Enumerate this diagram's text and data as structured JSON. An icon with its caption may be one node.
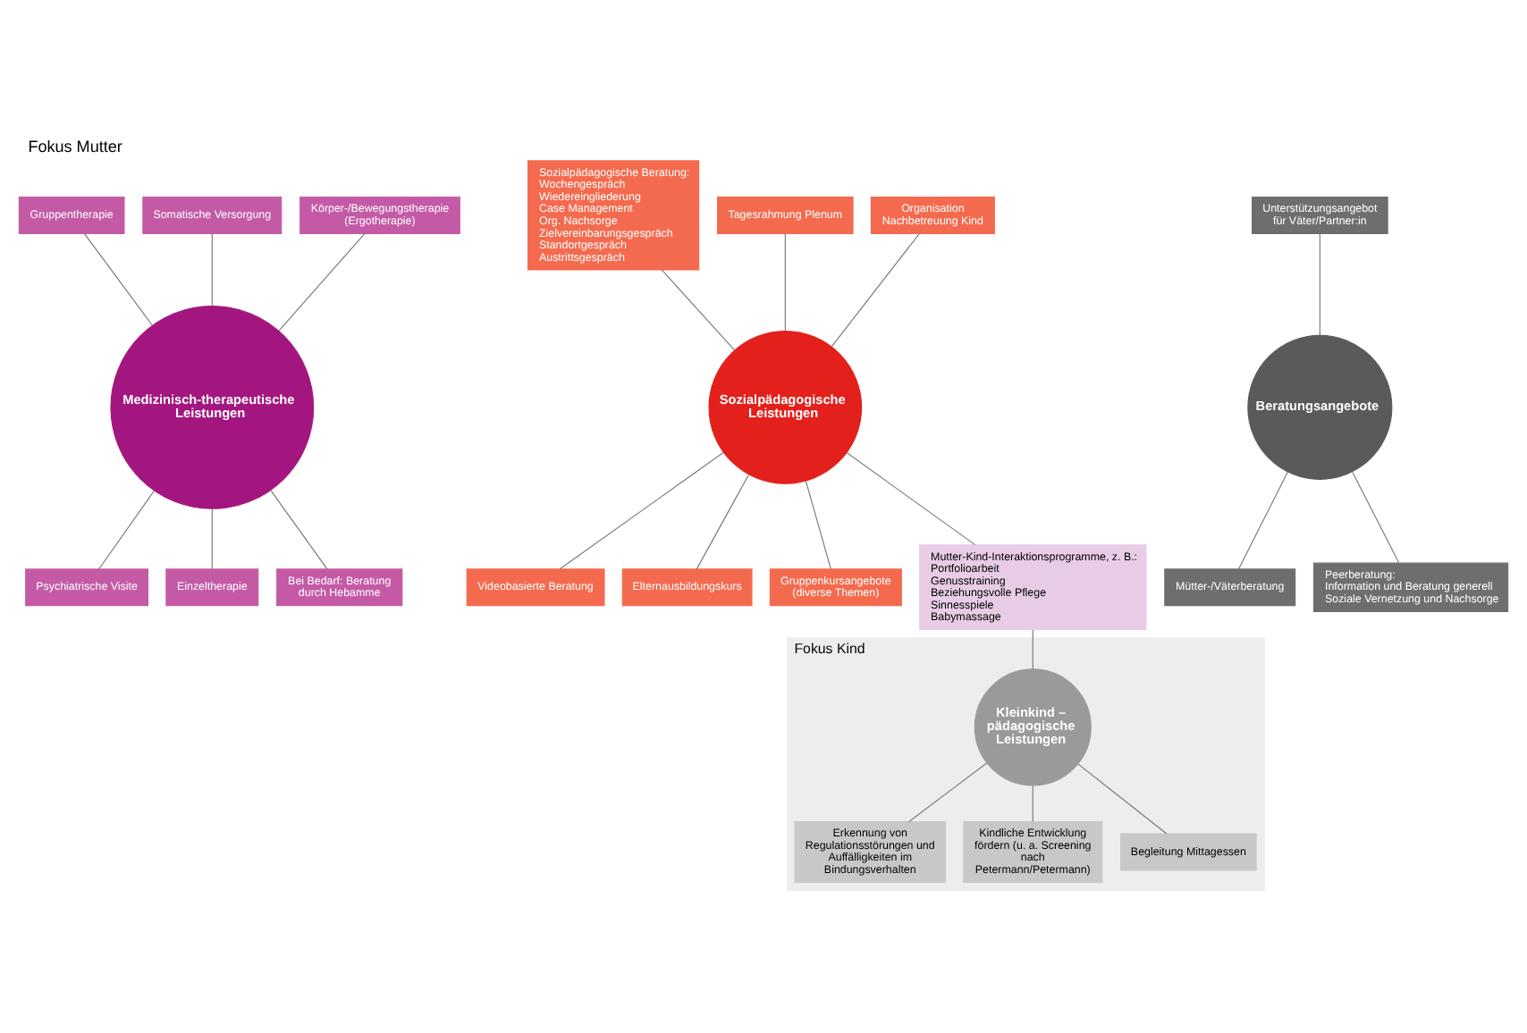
{
  "diagram": {
    "title": "Fokus Mutter",
    "nodes": [
      {
        "text": [
          "Medizinisch-therapeutische Leistungen"
        ]
      },
      {
        "text": [
          "Psychiatrische Visite"
        ]
      },
      {
        "text": [
          "Gruppentherapie"
        ]
      },
      {
        "text": [
          "Einzeltherapie"
        ]
      },
      {
        "text": [
          "Somatische Versorgung"
        ]
      },
      {
        "text": [
          "Bei Bedarf: Beratung durch Hebamme"
        ]
      },
      {
        "text": [
          "Körper-/Bewegungstherapie (Ergotherapie)"
        ]
      },
      {
        "text": [
          "Sozialpädagogische Leistungen"
        ]
      },
      {
        "text": [
          "Videobasierte Beratung"
        ]
      },
      {
        "text": [
          "Sozialpädagogische Beratung:",
          "Wochengespräch",
          "Wiedereingliederung",
          "Case Management",
          "Org. Nachsorge",
          "Zielvereinbarungsgespräch",
          "Standortgespräch",
          "Austrittsgespräch"
        ]
      },
      {
        "text": [
          "Elternausbildungskurs"
        ]
      },
      {
        "text": [
          "Tagesrahmung Plenum"
        ]
      },
      {
        "text": [
          "Gruppenkursangebote (diverse Themen)"
        ]
      },
      {
        "text": [
          "Organisation Nachbetreuung Kind"
        ]
      },
      {
        "text": [
          "Mutter-Kind-Interaktionsprogramme, z. B.:",
          "Portfolioarbeit",
          "Genusstraining",
          "Beziehungsvolle Pflege",
          "Sinnesspiele",
          "Babymassage"
        ]
      },
      {
        "text": [
          "Beratungsangebote"
        ]
      },
      {
        "text": [
          "Mütter-/Väterberatung"
        ]
      },
      {
        "text": [
          "Unterstützungsangebot für Väter/Partner:in"
        ]
      },
      {
        "text": [
          "Peerberatung:",
          "Information und Beratung generell",
          "Soziale Vernetzung und Nachsorge"
        ]
      },
      {
        "text": [
          "Fokus Kind"
        ]
      },
      {
        "text": [
          "Kleinkind – pädagogische Leistungen"
        ],
        "in": 19
      },
      {
        "text": [
          "Erkennung von Regulationsstörungen und Auffälligkeiten im Bindungsverhalten"
        ],
        "in": 19
      },
      {
        "text": [
          "Kindliche Entwicklung fördern (u. a. Screening nach Petermann/Petermann)"
        ],
        "in": 19
      },
      {
        "text": [
          "Begleitung Mittagessen"
        ],
        "in": 19
      }
    ],
    "edges": [
      {
        "from": 0,
        "to": 1,
        "arrow": "none"
      },
      {
        "from": 0,
        "to": 2,
        "arrow": "none"
      },
      {
        "from": 0,
        "to": 3,
        "arrow": "none"
      },
      {
        "from": 0,
        "to": 4,
        "arrow": "none"
      },
      {
        "from": 0,
        "to": 5,
        "arrow": "none"
      },
      {
        "from": 0,
        "to": 6,
        "arrow": "none"
      },
      {
        "from": 7,
        "to": 8,
        "arrow": "none"
      },
      {
        "from": 7,
        "to": 9,
        "arrow": "none"
      },
      {
        "from": 7,
        "to": 10,
        "arrow": "none"
      },
      {
        "from": 7,
        "to": 11,
        "arrow": "none"
      },
      {
        "from": 7,
        "to": 12,
        "arrow": "none"
      },
      {
        "from": 7,
        "to": 13,
        "arrow": "none"
      },
      {
        "from": 7,
        "to": 14,
        "arrow": "none"
      },
      {
        "from": 15,
        "to": 16,
        "arrow": "none"
      },
      {
        "from": 15,
        "to": 17,
        "arrow": "none"
      },
      {
        "from": 15,
        "to": 18,
        "arrow": "none"
      },
      {
        "from": 14,
        "to": 20,
        "arrow": "none"
      },
      {
        "from": 20,
        "to": 21,
        "arrow": "none"
      },
      {
        "from": 20,
        "to": 22,
        "arrow": "none"
      },
      {
        "from": 20,
        "to": 23,
        "arrow": "none"
      }
    ]
  }
}
